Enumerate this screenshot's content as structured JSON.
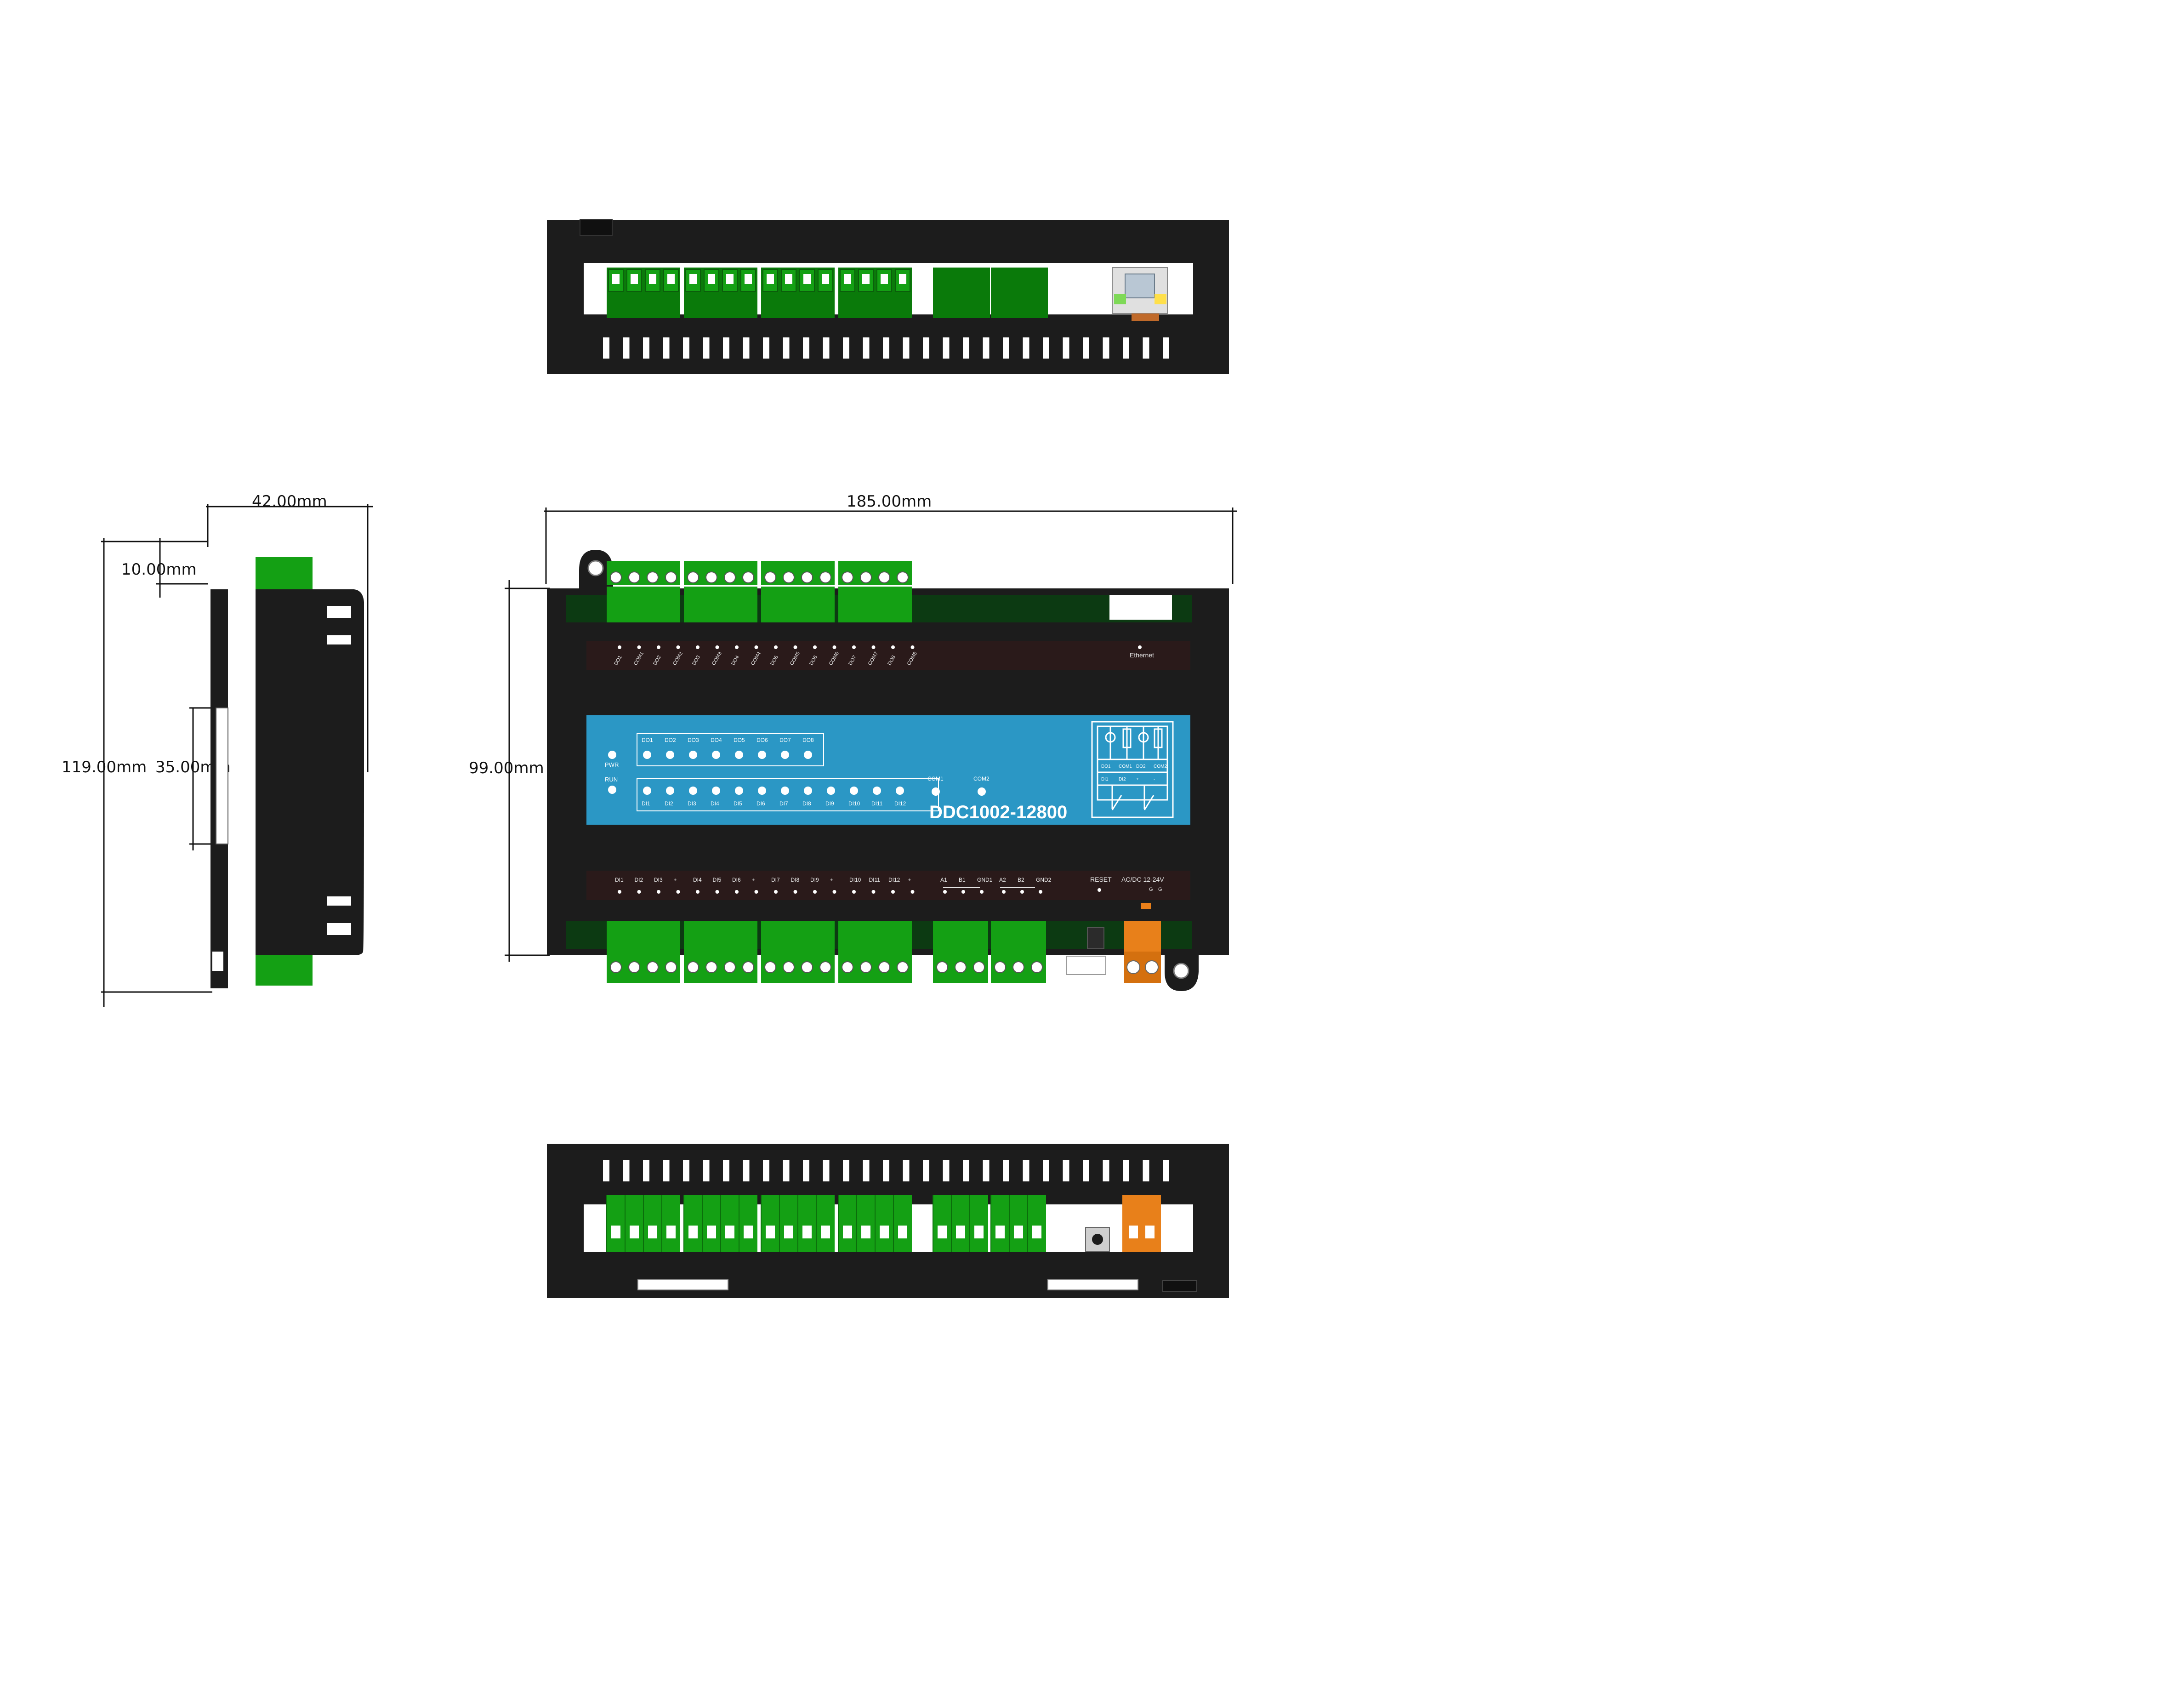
{
  "dimensions": {
    "front_width": "185.00mm",
    "front_height": "99.00mm",
    "side_depth": "42.00mm",
    "side_offset": "10.00mm",
    "side_height": "119.00mm",
    "rail_height": "35.00mm"
  },
  "device": {
    "model": "DDC1002-12800",
    "ethernet_label": "Ethernet",
    "top_terminal_labels": [
      "DO1",
      "COM1",
      "DO2",
      "COM2",
      "DO3",
      "COM3",
      "DO4",
      "COM4",
      "DO5",
      "COM5",
      "DO6",
      "COM6",
      "DO7",
      "COM7",
      "DO8",
      "COM8"
    ],
    "bottom_terminal_labels": [
      "DI1",
      "DI2",
      "DI3",
      "+",
      "DI4",
      "DI5",
      "DI6",
      "+",
      "DI7",
      "DI8",
      "DI9",
      "+",
      "DI10",
      "DI11",
      "DI12",
      "+"
    ],
    "serial_labels": [
      "A1",
      "B1",
      "GND1",
      "A2",
      "B2",
      "GND2"
    ],
    "reset_label": "RESET",
    "power_label": "AC/DC 12-24V",
    "power_sub_labels": [
      "G",
      "G"
    ],
    "panel": {
      "pwr_label": "PWR",
      "run_label": "RUN",
      "do_leds": [
        "DO1",
        "DO2",
        "DO3",
        "DO4",
        "DO5",
        "DO6",
        "DO7",
        "DO8"
      ],
      "di_leds": [
        "DI1",
        "DI2",
        "DI3",
        "DI4",
        "DI5",
        "DI6",
        "DI7",
        "DI8",
        "DI9",
        "DI10",
        "DI11",
        "DI12"
      ],
      "com_leds": [
        "COM1",
        "COM2"
      ],
      "relay_diagram_labels": [
        "DO1",
        "COM1",
        "DO2",
        "COM2",
        "DI1",
        "DI2",
        "+",
        "-"
      ]
    }
  },
  "colors": {
    "enclosure": "#1c1c1c",
    "terminal_green": "#14a014",
    "terminal_dark_green": "#0a7a0a",
    "panel_blue": "#2b97c5",
    "label_strip": "#2a1a1a",
    "power_orange": "#e8801a"
  }
}
